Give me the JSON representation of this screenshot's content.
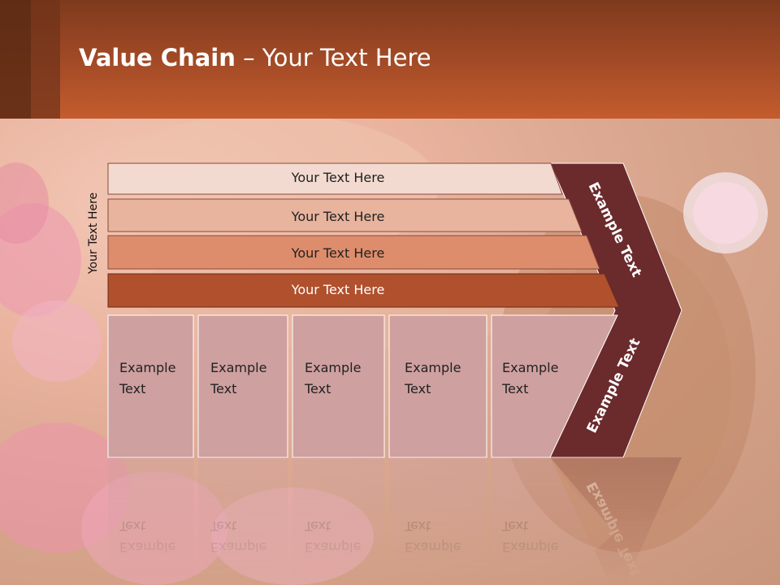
{
  "title": {
    "bold": "Value Chain",
    "rest": " – Your Text Here"
  },
  "side_label": "Your Text Here",
  "bars": [
    {
      "label": "Your Text Here",
      "color": "#f3dad0"
    },
    {
      "label": "Your Text Here",
      "color": "#e8b49e"
    },
    {
      "label": "Your Text Here",
      "color": "#de8d6c"
    },
    {
      "label": "Your Text Here",
      "color": "#b0502c"
    }
  ],
  "boxes": [
    {
      "line1": "Example",
      "line2": "Text"
    },
    {
      "line1": "Example",
      "line2": "Text"
    },
    {
      "line1": "Example",
      "line2": "Text"
    },
    {
      "line1": "Example",
      "line2": "Text"
    },
    {
      "line1": "Example",
      "line2": "Text"
    }
  ],
  "chevron_top_label": "Example Text",
  "chevron_bottom_label": "Example Text",
  "colors": {
    "chevron": "#6b2a2c",
    "box": "#cfa0a0",
    "title_bar": "#b4532a"
  }
}
